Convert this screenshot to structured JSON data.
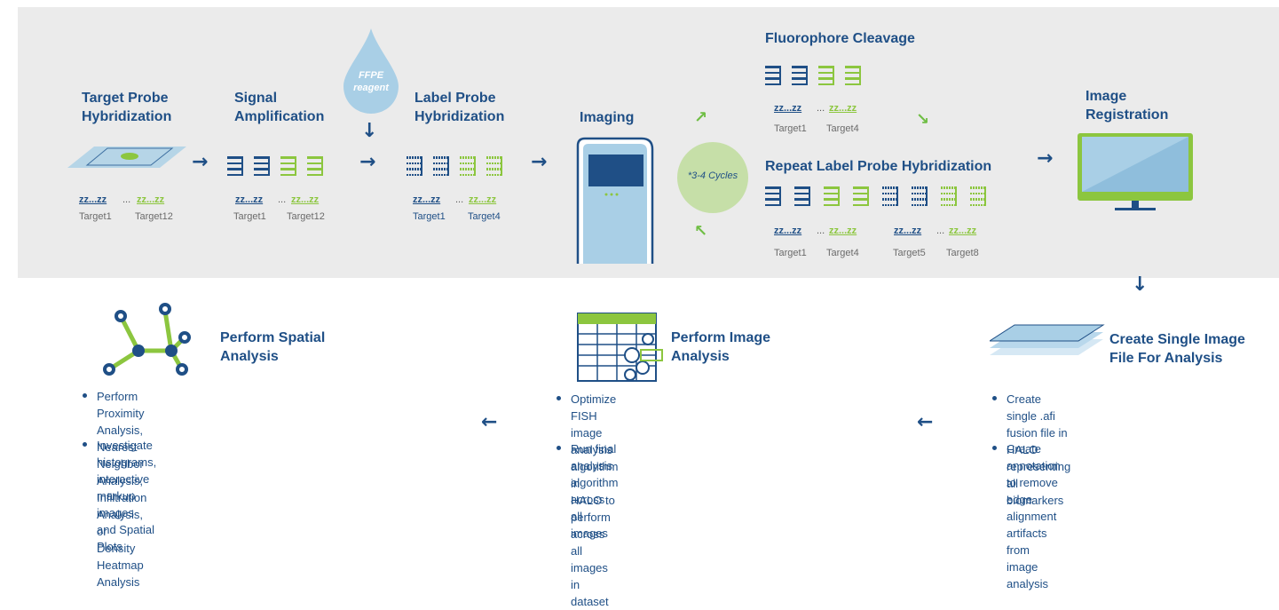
{
  "colors": {
    "navy": "#1f4f86",
    "green": "#8cc63f",
    "light_green": "#c6dfa8",
    "gray_bg": "#ebebeb",
    "drop": "#a9cfe6"
  },
  "steps": {
    "target_probe": {
      "title": "Target Probe\nHybridization",
      "zz": "zz...zz",
      "ellipsis": "...",
      "labels": [
        "Target1",
        "Target12"
      ]
    },
    "signal_amp": {
      "title": "Signal\nAmplification",
      "labels": [
        "Target1",
        "Target12"
      ]
    },
    "ffpe": {
      "label": "FFPE\nreagent"
    },
    "label_probe": {
      "title": "Label Probe\nHybridization",
      "labels": [
        "Target1",
        "Target4"
      ]
    },
    "imaging": {
      "title": "Imaging"
    },
    "cycles": {
      "label": "*3-4 Cycles"
    },
    "cleavage": {
      "title": "Fluorophore Cleavage",
      "labels": [
        "Target1",
        "Target4"
      ]
    },
    "repeat": {
      "title": "Repeat Label Probe Hybridization",
      "labels": [
        "Target1",
        "Target4",
        "Target5",
        "Target8"
      ]
    },
    "registration": {
      "title": "Image\nRegistration"
    }
  },
  "bottom": {
    "single_image": {
      "title": "Create Single Image\nFile For Analysis",
      "bullets": [
        "Create single .afi fusion file in\nHALO representing all biomarkers",
        "Create annotation to remove edge\nalignment artifacts from image analysis"
      ]
    },
    "image_analysis": {
      "title": "Perform Image\nAnalysis",
      "bullets": [
        "Optimize FISH image analysis algorithm in\nHALO to perform across all images in dataset",
        "Run final analysis algorithm across all images"
      ]
    },
    "spatial": {
      "title": "Perform Spatial\nAnalysis",
      "bullets": [
        "Perform Proximity Analysis, Nearest Neighbor Analysis,\nInfiltration Analysis, or Density Heatmap Analysis",
        "Investigate histograms, interactive markup images\nand Spatial Plots"
      ]
    }
  },
  "icons": [
    "tissue-slide-icon",
    "drop-icon",
    "imaging-instrument-icon",
    "monitor-icon",
    "image-stack-icon",
    "table-analysis-icon",
    "network-graph-icon"
  ]
}
